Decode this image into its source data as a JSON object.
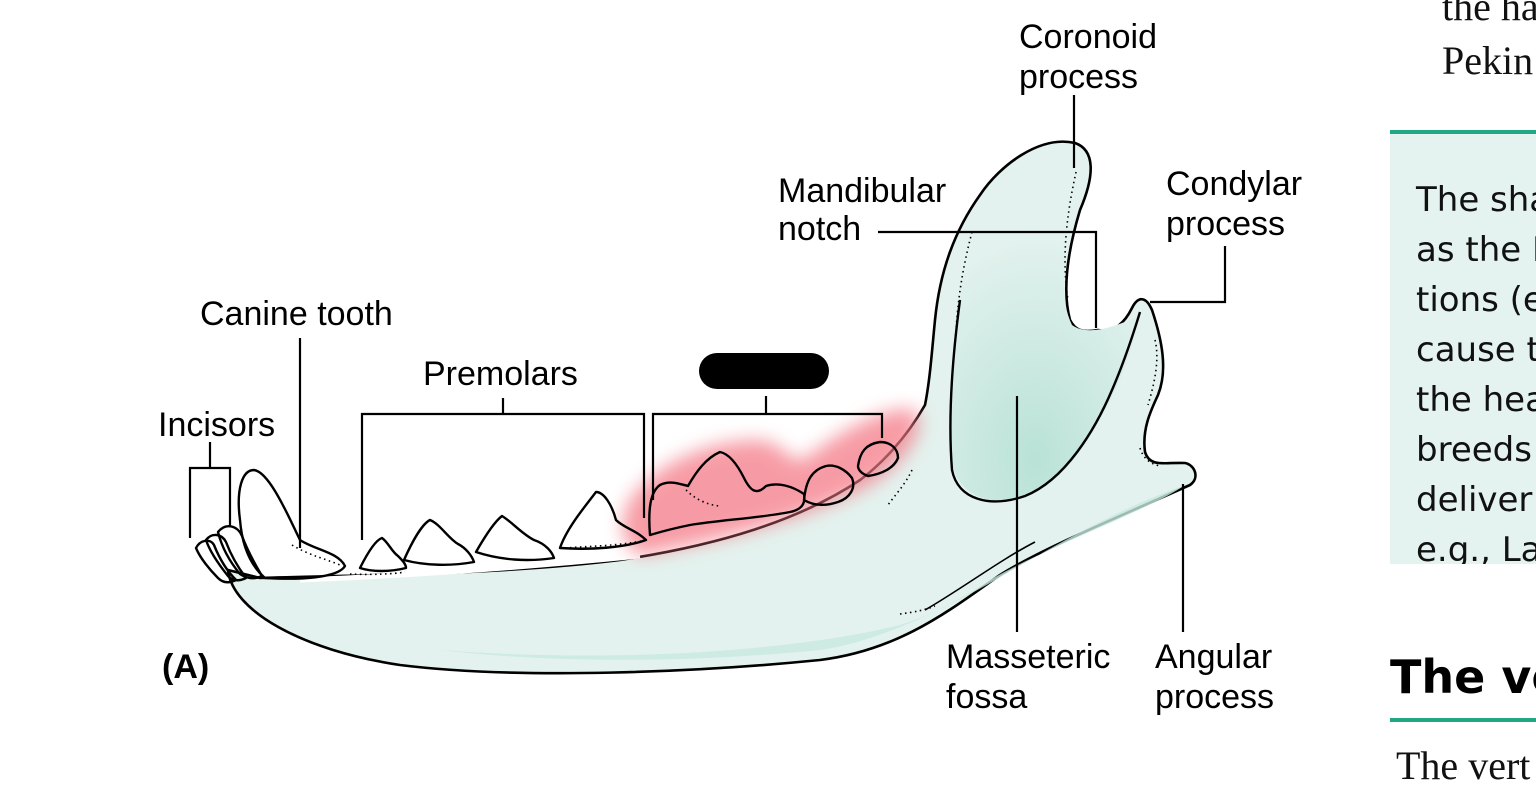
{
  "figure": {
    "panel_label": "(A)",
    "labels": {
      "coronoid_1": "Coronoid",
      "coronoid_2": "process",
      "mandibular_1": "Mandibular",
      "mandibular_2": "notch",
      "condylar_1": "Condylar",
      "condylar_2": "process",
      "canine": "Canine tooth",
      "premolars": "Premolars",
      "incisors": "Incisors",
      "masseteric_1": "Masseteric",
      "masseteric_2": "fossa",
      "angular_1": "Angular",
      "angular_2": "process"
    },
    "colors": {
      "bone_fill": "#e3f2ee",
      "bone_shadow": "#b9e2d7",
      "molar_highlight": "#f47a87",
      "redaction": "#000000"
    }
  },
  "right_column": {
    "top_text": [
      "the ha",
      "Pekin"
    ],
    "note_lines": [
      "The sha",
      "as the E",
      "tions (e",
      "cause t",
      "the hea",
      "breeds",
      "deliver",
      "e.g., La"
    ],
    "section_heading": "The ve",
    "bottom_text": "The vert"
  }
}
